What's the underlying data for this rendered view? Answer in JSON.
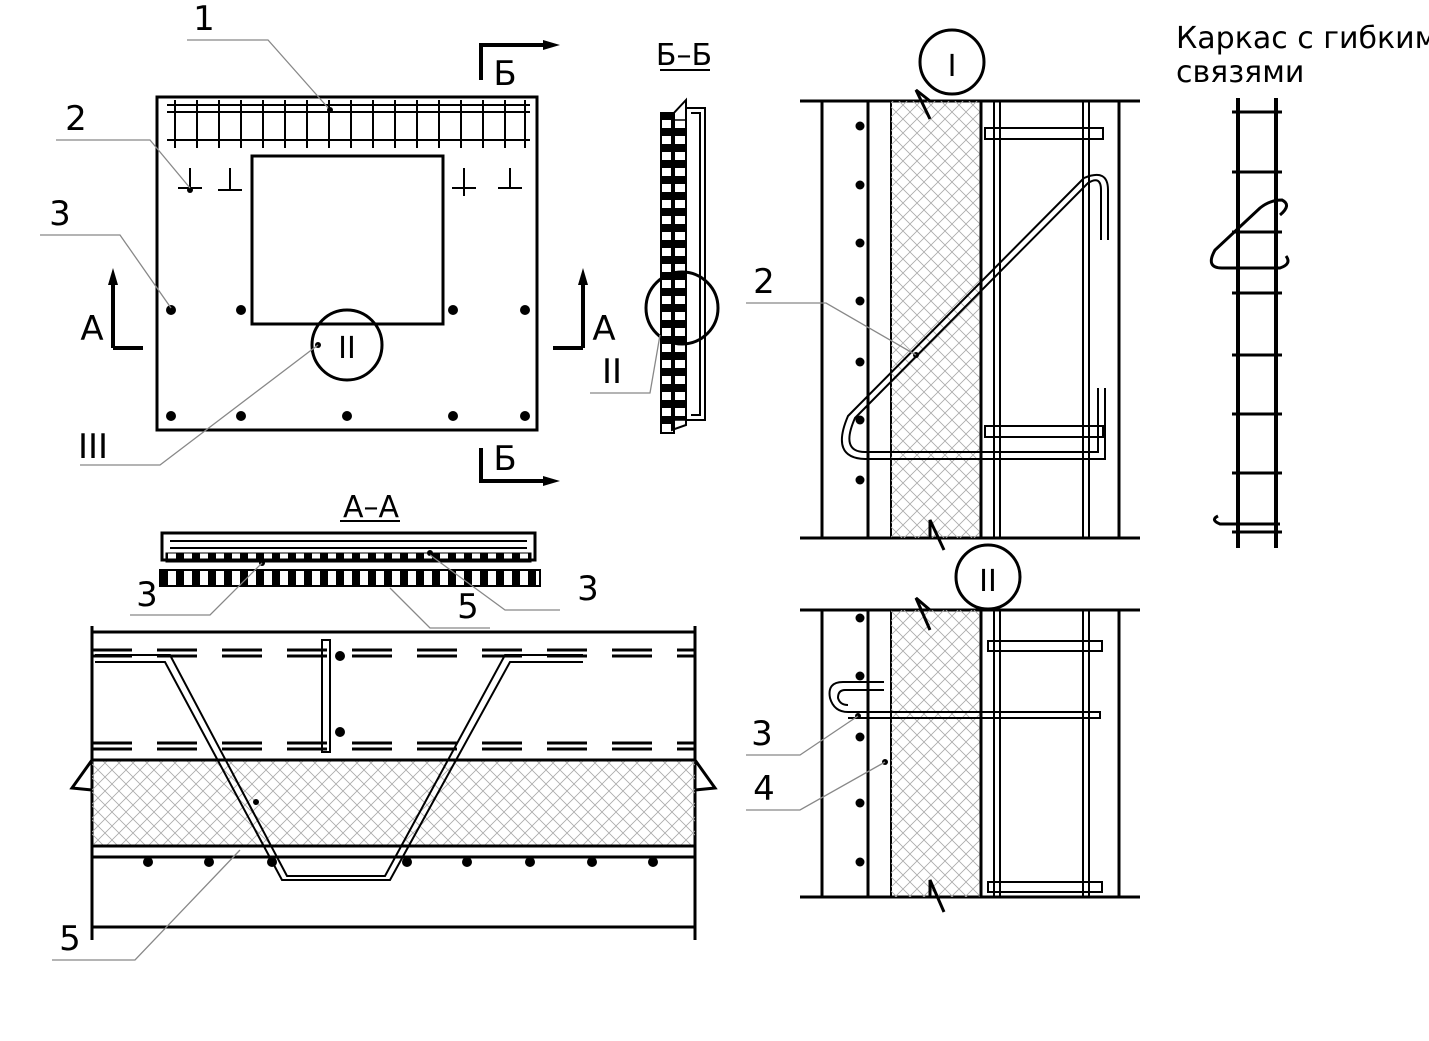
{
  "caption": {
    "line1": "Каркас с гибкими",
    "line2": "связями"
  },
  "section_marks": {
    "b_label": "Б",
    "a_label": "А",
    "bb_title": "Б–Б",
    "aa_title": "А–А"
  },
  "callouts": {
    "node_I": "I",
    "node_II": "II",
    "node_III": "III"
  },
  "position_numbers": {
    "p1": "1",
    "p2": "2",
    "p3": "3",
    "p4": "4",
    "p5": "5"
  }
}
